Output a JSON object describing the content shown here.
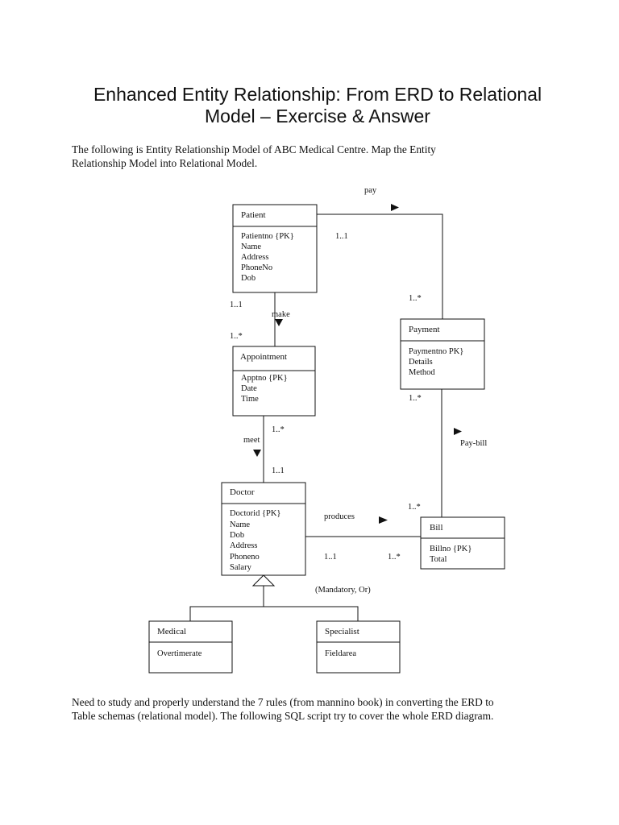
{
  "document": {
    "title_lines": [
      "Enhanced Entity Relationship: From ERD to Relational",
      "Model – Exercise & Answer"
    ],
    "intro_lines": [
      "The following is Entity Relationship Model of ABC Medical Centre. Map the Entity",
      "Relationship Model into Relational Model."
    ],
    "outro_lines": [
      "Need to study and properly understand the 7 rules (from mannino book) in converting the ERD to",
      "Table schemas (relational model). The following SQL script try to cover the whole ERD diagram."
    ]
  },
  "diagram": {
    "entities": {
      "patient": {
        "name": "Patient",
        "attributes": [
          "Patientno {PK}",
          "Name",
          "Address",
          "PhoneNo",
          "Dob"
        ]
      },
      "appointment": {
        "name": "Appointment",
        "attributes": [
          "Apptno {PK}",
          "Date",
          "Time"
        ]
      },
      "payment": {
        "name": "Payment",
        "attributes": [
          "Paymentno  PK}",
          "Details",
          "Method"
        ]
      },
      "doctor": {
        "name": "Doctor",
        "attributes": [
          "Doctorid {PK}",
          "Name",
          "Dob",
          "Address",
          "Phoneno",
          "Salary"
        ]
      },
      "bill": {
        "name": "Bill",
        "attributes": [
          "Billno {PK}",
          "Total"
        ]
      },
      "medical": {
        "name": "Medical",
        "attributes": [
          "Overtimerate"
        ]
      },
      "specialist": {
        "name": "Specialist",
        "attributes": [
          "Fieldarea"
        ]
      }
    },
    "relationships": {
      "pay": "pay",
      "make": "make",
      "meet": "meet",
      "pay_bill": "Pay-bill",
      "produces": "produces"
    },
    "multiplicities": {
      "patient_pay": "1..1",
      "payment_pay": "1..*",
      "patient_make": "1..1",
      "appointment_make": "1..*",
      "appointment_meet": "1..*",
      "doctor_meet": "1..1",
      "payment_bill": "1..*",
      "bill_pay": "1..*",
      "doctor_produces": "1..1",
      "bill_produces": "1..*"
    },
    "specialization_constraint": "(Mandatory, Or)"
  }
}
